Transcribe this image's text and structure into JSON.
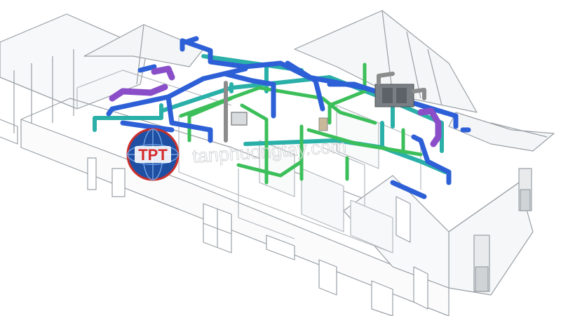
{
  "illustration": {
    "subject": "house-hvac-ductwork-cutaway",
    "icons": [
      "globe-logo-icon"
    ]
  },
  "logo": {
    "text": "TPT",
    "colors": {
      "globe": "#1e4fa3",
      "text": "#d62828",
      "ring": "#c9302c"
    }
  },
  "watermark": {
    "text": "tanphuongtay.com"
  },
  "colors": {
    "supply_duct": "#2d5fd6",
    "return_duct": "#2ab0a8",
    "branch_duct": "#3cbf5a",
    "plenum_duct": "#8a4fc8",
    "unit_gray": "#8c8c8c",
    "wall_line": "#9aa0a6"
  }
}
